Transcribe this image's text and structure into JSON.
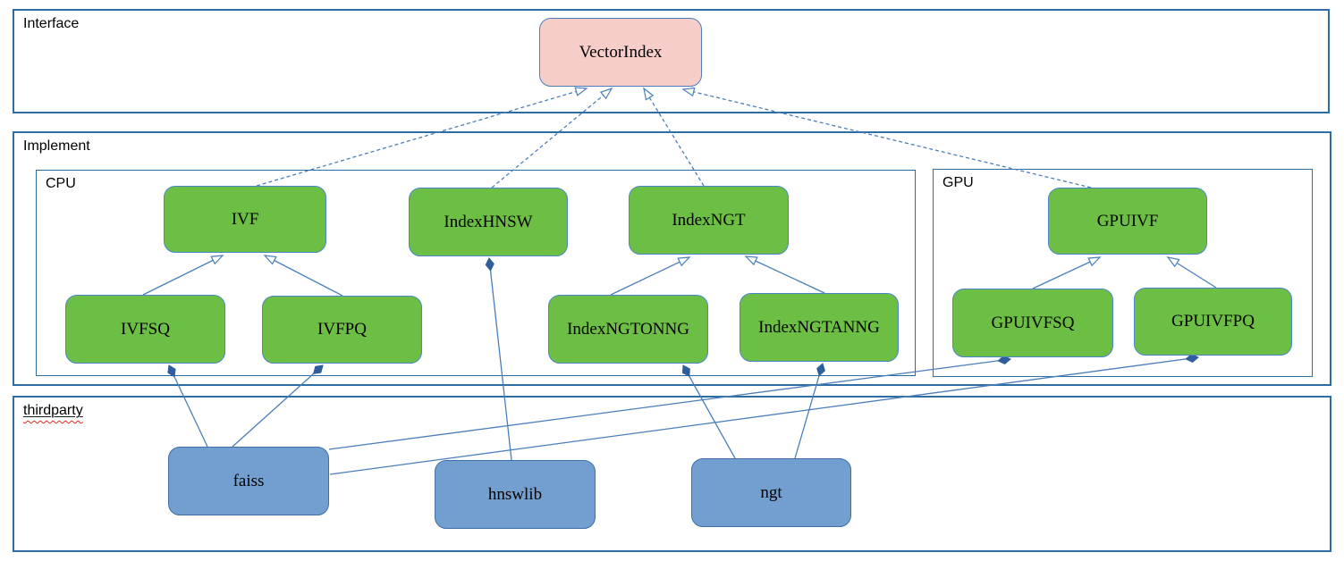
{
  "containers": {
    "interface": {
      "label": "Interface"
    },
    "implement": {
      "label": "Implement"
    },
    "cpu": {
      "label": "CPU"
    },
    "gpu": {
      "label": "GPU"
    },
    "thirdparty": {
      "label": "thirdparty"
    }
  },
  "nodes": {
    "vectorindex": {
      "label": "VectorIndex",
      "group": "interface"
    },
    "ivf": {
      "label": "IVF",
      "group": "cpu"
    },
    "indexhnsw": {
      "label": "IndexHNSW",
      "group": "cpu"
    },
    "indexngt": {
      "label": "IndexNGT",
      "group": "cpu"
    },
    "ivfsq": {
      "label": "IVFSQ",
      "group": "cpu"
    },
    "ivfpq": {
      "label": "IVFPQ",
      "group": "cpu"
    },
    "indexngtonng": {
      "label": "IndexNGTONNG",
      "group": "cpu"
    },
    "indexngtanng": {
      "label": "IndexNGTANNG",
      "group": "cpu"
    },
    "gpuivf": {
      "label": "GPUIVF",
      "group": "gpu"
    },
    "gpuivfsq": {
      "label": "GPUIVFSQ",
      "group": "gpu"
    },
    "gpuivfpq": {
      "label": "GPUIVFPQ",
      "group": "gpu"
    },
    "faiss": {
      "label": "faiss",
      "group": "thirdparty"
    },
    "hnswlib": {
      "label": "hnswlib",
      "group": "thirdparty"
    },
    "ngt": {
      "label": "ngt",
      "group": "thirdparty"
    }
  },
  "edges": [
    {
      "from": "IVF",
      "to": "VectorIndex",
      "type": "realization-dashed-hollow-arrow"
    },
    {
      "from": "IndexHNSW",
      "to": "VectorIndex",
      "type": "realization-dashed-hollow-arrow"
    },
    {
      "from": "IndexNGT",
      "to": "VectorIndex",
      "type": "realization-dashed-hollow-arrow"
    },
    {
      "from": "GPUIVF",
      "to": "VectorIndex",
      "type": "realization-dashed-hollow-arrow"
    },
    {
      "from": "IVFSQ",
      "to": "IVF",
      "type": "generalization-hollow-arrow"
    },
    {
      "from": "IVFPQ",
      "to": "IVF",
      "type": "generalization-hollow-arrow"
    },
    {
      "from": "IndexNGTONNG",
      "to": "IndexNGT",
      "type": "generalization-hollow-arrow"
    },
    {
      "from": "IndexNGTANNG",
      "to": "IndexNGT",
      "type": "generalization-hollow-arrow"
    },
    {
      "from": "GPUIVFSQ",
      "to": "GPUIVF",
      "type": "generalization-hollow-arrow"
    },
    {
      "from": "GPUIVFPQ",
      "to": "GPUIVF",
      "type": "generalization-hollow-arrow"
    },
    {
      "from": "faiss",
      "to": "IVFSQ",
      "type": "composition-filled-diamond"
    },
    {
      "from": "faiss",
      "to": "IVFPQ",
      "type": "composition-filled-diamond"
    },
    {
      "from": "faiss",
      "to": "GPUIVFSQ",
      "type": "composition-filled-diamond"
    },
    {
      "from": "faiss",
      "to": "GPUIVFPQ",
      "type": "composition-filled-diamond"
    },
    {
      "from": "hnswlib",
      "to": "IndexHNSW",
      "type": "composition-filled-diamond"
    },
    {
      "from": "ngt",
      "to": "IndexNGTONNG",
      "type": "composition-filled-diamond"
    },
    {
      "from": "ngt",
      "to": "IndexNGTANNG",
      "type": "composition-filled-diamond"
    }
  ],
  "colors": {
    "interface_node_fill": "#f6cdc9",
    "implement_node_fill": "#6cbe45",
    "thirdparty_node_fill": "#729fcf",
    "node_border": "#4a86c8",
    "connector": "#4a7ebb",
    "diamond_fill": "#2f5e9e",
    "container_border": "#2e6da4",
    "spellcheck_underline": "#e02b20",
    "text": "#000000",
    "background": "#ffffff"
  }
}
